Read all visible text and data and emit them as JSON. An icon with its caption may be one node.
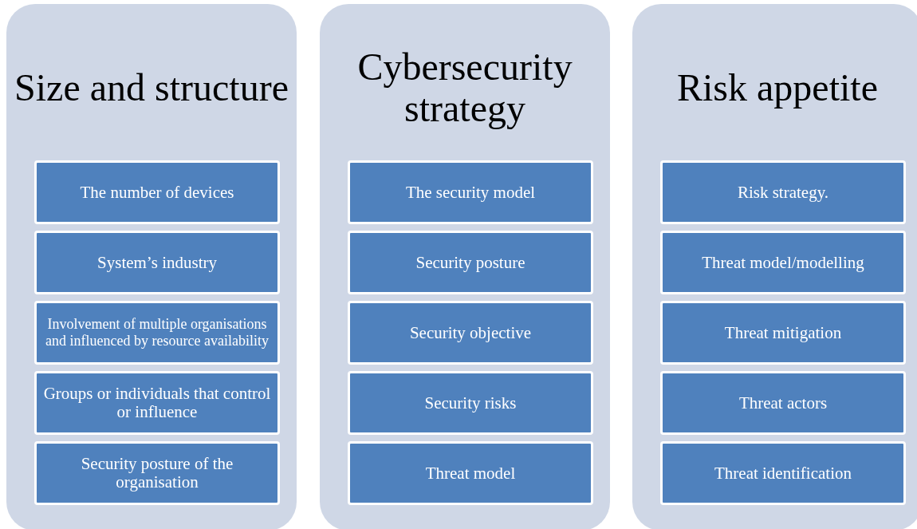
{
  "diagram": {
    "nodes": [
      {
        "text": [
          "Size and structure"
        ]
      },
      {
        "text": [
          "The number of devices"
        ],
        "in": 0
      },
      {
        "text": [
          "System’s industry"
        ],
        "in": 0
      },
      {
        "text": [
          "Involvement of multiple organisations and influenced by resource availability"
        ],
        "in": 0
      },
      {
        "text": [
          "Groups or individuals that control or influence"
        ],
        "in": 0
      },
      {
        "text": [
          "Security posture of the organisation"
        ],
        "in": 0
      },
      {
        "text": [
          "Cybersecurity strategy"
        ]
      },
      {
        "text": [
          "The security model"
        ],
        "in": 6
      },
      {
        "text": [
          "Security posture"
        ],
        "in": 6
      },
      {
        "text": [
          "Security objective"
        ],
        "in": 6
      },
      {
        "text": [
          "Security risks"
        ],
        "in": 6
      },
      {
        "text": [
          "Threat model"
        ],
        "in": 6
      },
      {
        "text": [
          "Risk appetite"
        ]
      },
      {
        "text": [
          "Risk strategy."
        ],
        "in": 12
      },
      {
        "text": [
          "Threat model/modelling"
        ],
        "in": 12
      },
      {
        "text": [
          "Threat mitigation"
        ],
        "in": 12
      },
      {
        "text": [
          "Threat actors"
        ],
        "in": 12
      },
      {
        "text": [
          "Threat identification"
        ],
        "in": 12
      }
    ]
  }
}
